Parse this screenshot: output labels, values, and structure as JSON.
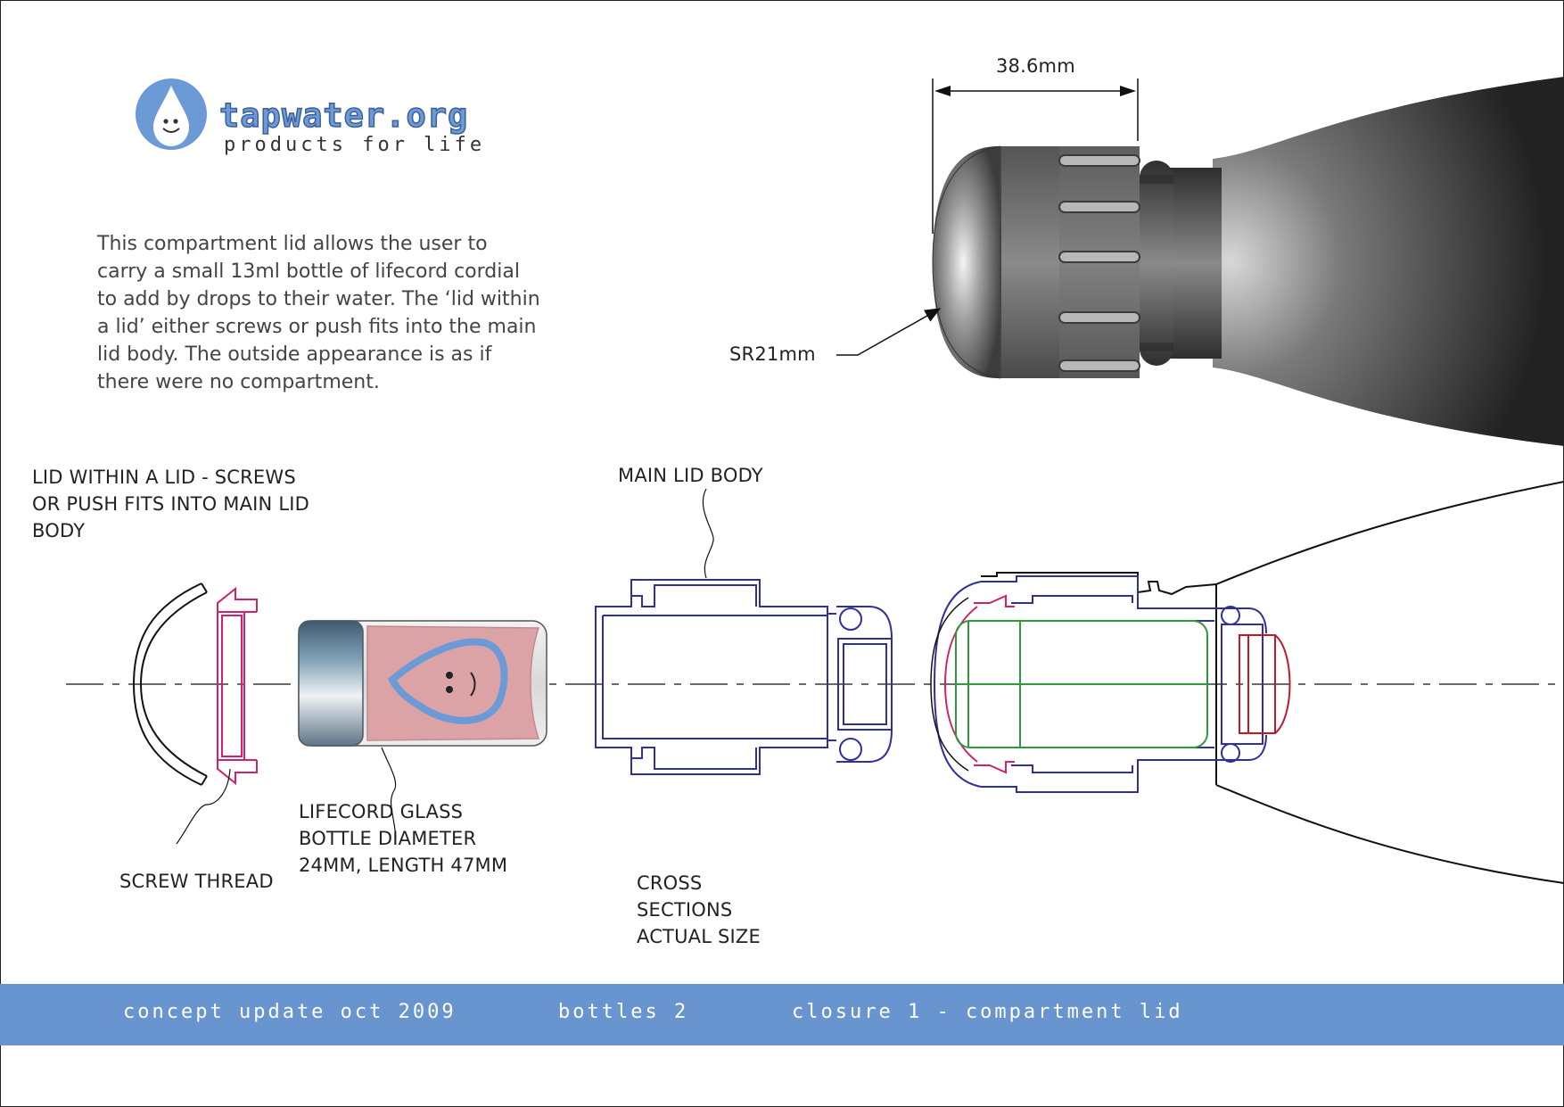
{
  "brand": {
    "name": "tapwater.org",
    "tagline": "products for life",
    "logo_icon": "water-drop-face-icon",
    "color": "#6b9ad6"
  },
  "intro_text": "This compartment lid allows the user to carry a small 13ml bottle of lifecord cordial to add by drops to their water. The ‘lid within a lid’ either screws or push fits into the main lid body. The outside appearance is as if there were no compartment.",
  "dimensions": {
    "width_label": "38.6mm",
    "radius_label": "SR21mm"
  },
  "labels": {
    "lid_within_lid": "LID WITHIN A LID - SCREWS OR PUSH FITS INTO MAIN LID BODY",
    "main_lid_body": "MAIN LID BODY",
    "glass_bottle": "LIFECORD GLASS BOTTLE DIAMETER 24MM, LENGTH 47MM",
    "screw_thread": "SCREW THREAD",
    "cross_sections": "CROSS SECTIONS ACTUAL SIZE"
  },
  "footer": {
    "date": "concept update oct 2009",
    "section": "bottles 2",
    "title": "closure 1 - compartment lid",
    "color": "#6895d0"
  },
  "colors": {
    "outline_black": "#222222",
    "thread_magenta": "#d4206a",
    "lid_blue": "#30309a",
    "bottle_green": "#2f9a3a",
    "cap_red": "#c01a2a"
  }
}
